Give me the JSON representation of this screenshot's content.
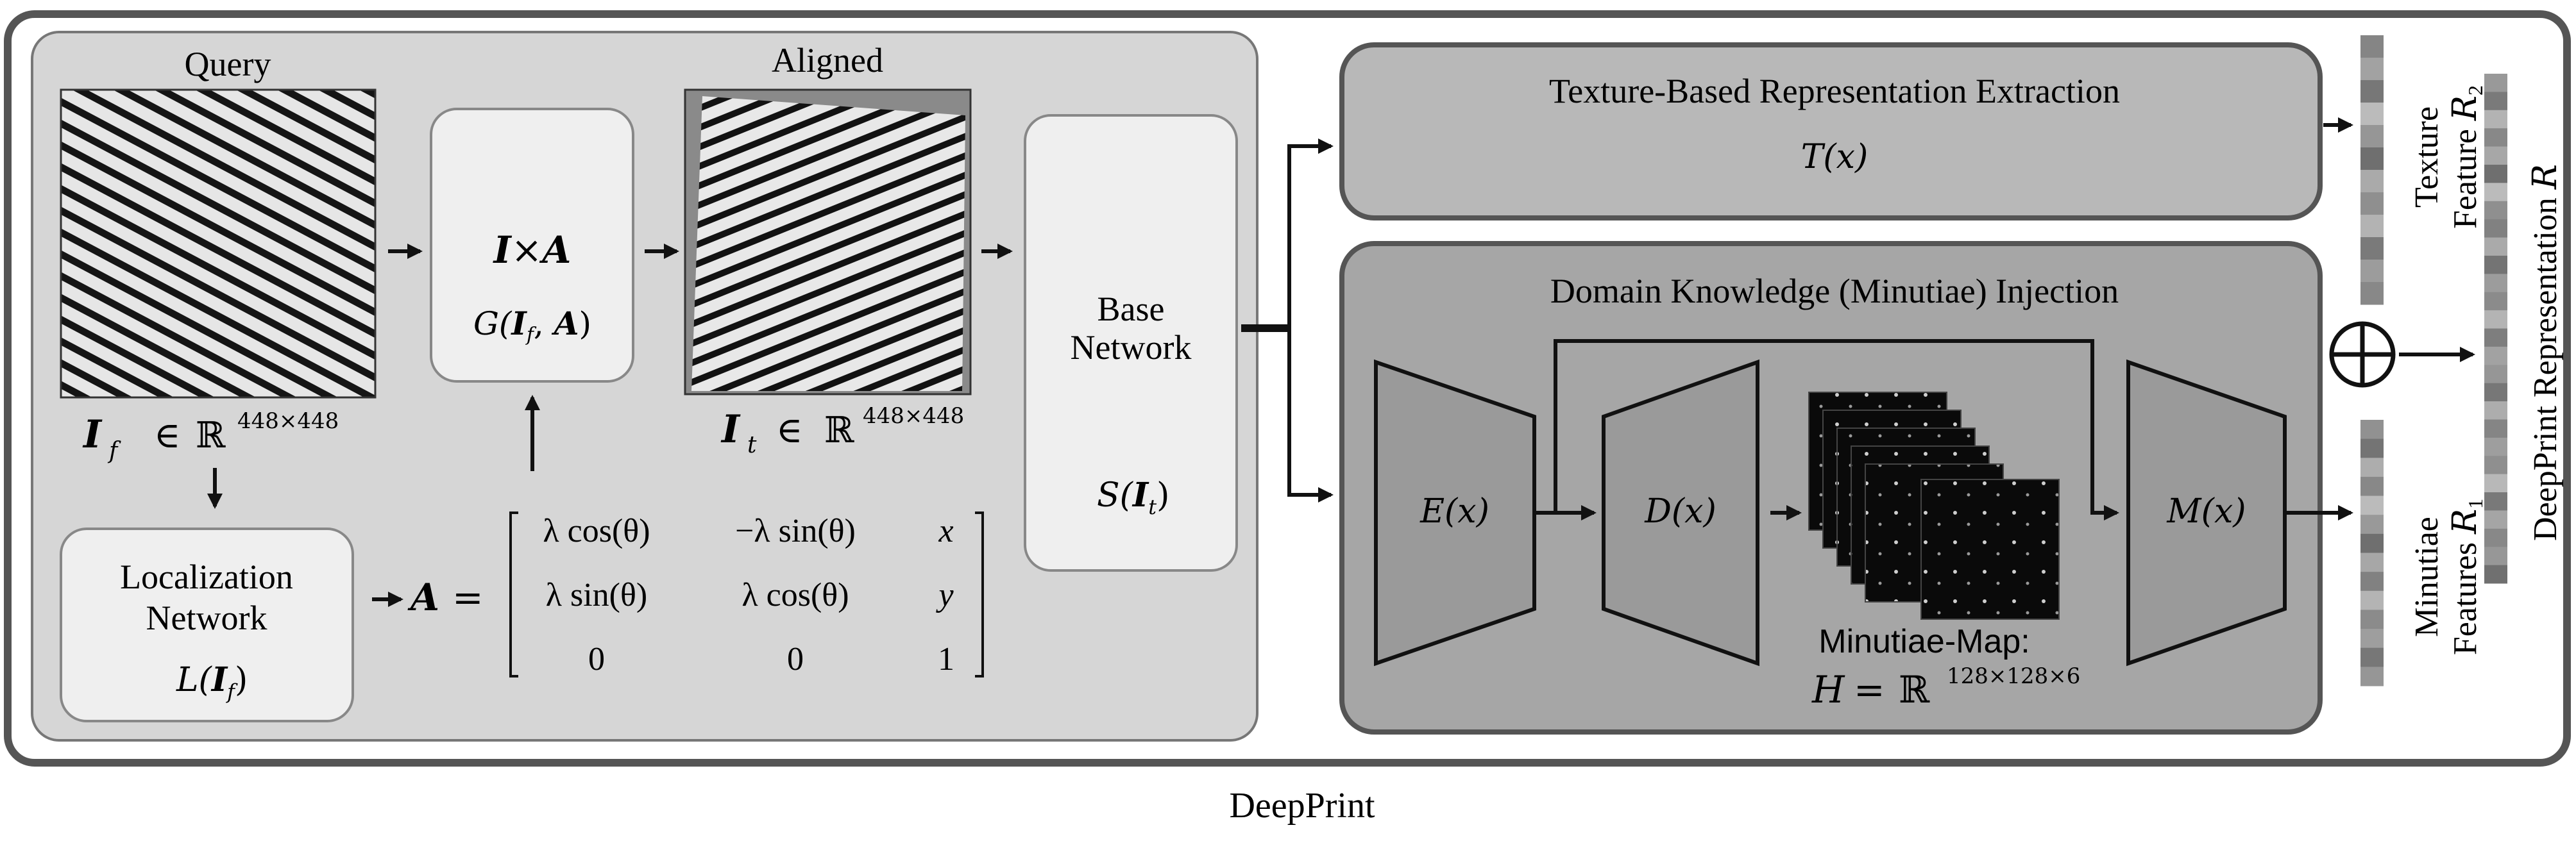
{
  "caption": "DeepPrint",
  "query": {
    "title": "Query",
    "symbol_main": "I",
    "symbol_sub": "f",
    "member_of": "∈",
    "set": "ℝ",
    "dims": "448×448"
  },
  "aligned": {
    "title": "Aligned",
    "symbol_main": "I",
    "symbol_sub": "t",
    "member_of": "∈",
    "set": "ℝ",
    "dims": "448×448"
  },
  "multiply_box": {
    "line1_a": "I",
    "line1_op": "×",
    "line1_b": "A",
    "line2_func": "G(",
    "line2_arg1": "I",
    "line2_sub": "f",
    "line2_sep": ", ",
    "line2_arg2": "A",
    "line2_close": ")"
  },
  "localization": {
    "line1": "Localization",
    "line2": "Network",
    "func": "L(",
    "arg": "I",
    "sub": "f",
    "close": ")"
  },
  "matrix": {
    "lhs": "A",
    "eq": "=",
    "rows": [
      [
        "λ cos(θ)",
        "−λ sin(θ)",
        "x"
      ],
      [
        "λ sin(θ)",
        "λ cos(θ)",
        "y"
      ],
      [
        "0",
        "0",
        "1"
      ]
    ]
  },
  "base_network": {
    "line1": "Base",
    "line2": "Network",
    "func": "S(",
    "arg": "I",
    "sub": "t",
    "close": ")"
  },
  "texture_branch": {
    "title": "Texture-Based Representation Extraction",
    "func": "T(x)"
  },
  "minutiae_branch": {
    "title": "Domain Knowledge (Minutiae) Injection",
    "encoder": "E(x)",
    "decoder": "D(x)",
    "mapper": "M(x)",
    "map_title": "Minutiae-Map:",
    "map_eq_lhs": "H",
    "map_eq": "=",
    "map_set": "ℝ",
    "map_dims": "128×128×6"
  },
  "outputs": {
    "texture_line1": "Texture",
    "texture_line2": "Feature",
    "texture_sym": "R",
    "texture_sub": "2",
    "minutiae_line1": "Minutiae",
    "minutiae_line2": "Features",
    "minutiae_sym": "R",
    "minutiae_sub": "1",
    "combine_symbol": "⊕",
    "final_label": "DeepPrint Representation",
    "final_sym": "R",
    "texture_bar_levels": [
      0.72,
      0.55,
      0.8,
      0.4,
      0.62,
      0.85,
      0.5,
      0.66,
      0.45,
      0.78,
      0.58,
      0.7
    ],
    "minutiae_bar_levels": [
      0.65,
      0.82,
      0.48,
      0.7,
      0.4,
      0.6,
      0.85,
      0.52,
      0.74,
      0.44,
      0.68,
      0.57,
      0.8,
      0.62
    ],
    "final_bar_levels": [
      0.6,
      0.78,
      0.45,
      0.7,
      0.52,
      0.85,
      0.4,
      0.66,
      0.74,
      0.5,
      0.82,
      0.58,
      0.68,
      0.44,
      0.76,
      0.55,
      0.62,
      0.8,
      0.48,
      0.72,
      0.57,
      0.66,
      0.42,
      0.79,
      0.53,
      0.7,
      0.61,
      0.84
    ]
  },
  "colors": {
    "outer_frame": "#555555",
    "left_panel": "#d6d6d6",
    "inner_box": "#efefef",
    "texture_panel": "#b8b8b8",
    "minutiae_panel": "#a6a6a6",
    "trapezoid": "#9a9a9a",
    "stroke": "#111111"
  }
}
